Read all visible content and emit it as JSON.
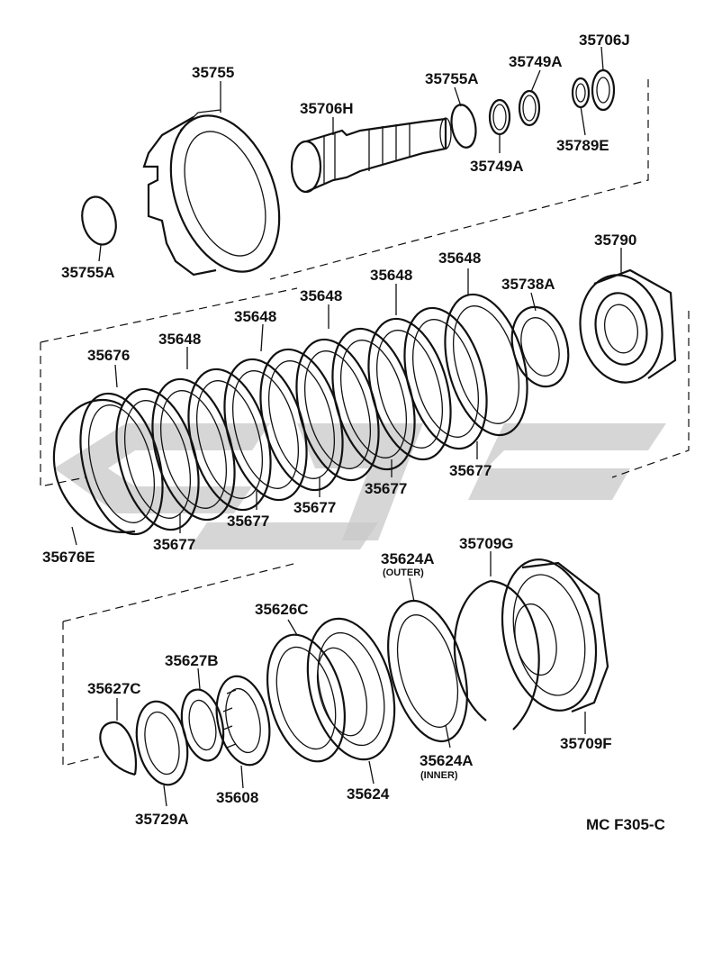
{
  "diagram": {
    "code": "MC F305-C",
    "parts": {
      "p35755": "35755",
      "p35706H": "35706H",
      "p35755A_top": "35755A",
      "p35749A_top": "35749A",
      "p35706J": "35706J",
      "p35749A_bot": "35749A",
      "p35789E": "35789E",
      "p35755A_left": "35755A",
      "p35790": "35790",
      "p35738A": "35738A",
      "p35648_a": "35648",
      "p35648_b": "35648",
      "p35648_c": "35648",
      "p35648_d": "35648",
      "p35648_e": "35648",
      "p35676": "35676",
      "p35677_a": "35677",
      "p35677_b": "35677",
      "p35677_c": "35677",
      "p35677_d": "35677",
      "p35677_e": "35677",
      "p35676E": "35676E",
      "p35624A_outer": "35624A",
      "outer_note": "(OUTER)",
      "p35709G": "35709G",
      "p35626C": "35626C",
      "p35627B": "35627B",
      "p35627C": "35627C",
      "p35624A_inner": "35624A",
      "inner_note": "(INNER)",
      "p35709F": "35709F",
      "p35608": "35608",
      "p35624": "35624",
      "p35729A": "35729A"
    }
  }
}
